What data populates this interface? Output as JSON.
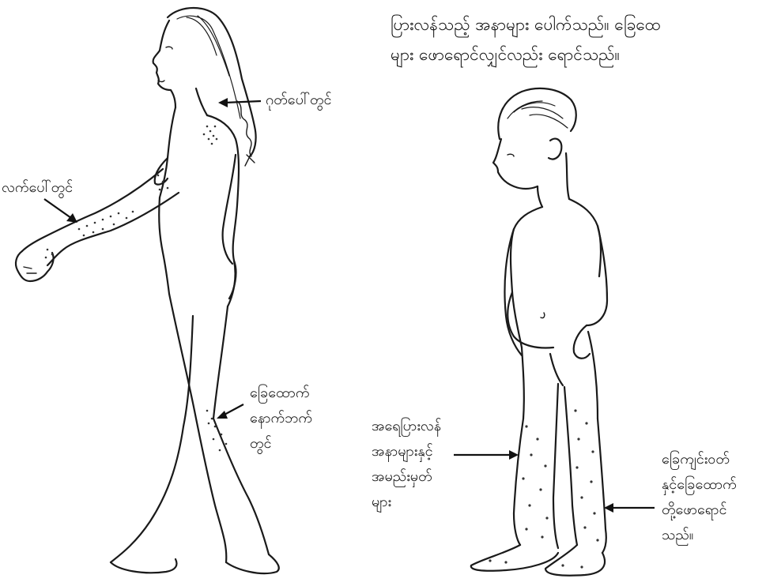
{
  "caption": {
    "line1": "ပြားလန်သည့် အနာများ ပေါက်သည်။ ခြေထေ",
    "line2": "များ ဖောရောင်လျှင်လည်း ရောင်သည်။"
  },
  "left_figure_labels": {
    "neck": "ဂုတ်ပေါ်တွင်",
    "arm": "လက်ပေါ်တွင်",
    "knee_line1": "ခြေထောက်",
    "knee_line2": "နောက်ဘက်",
    "knee_line3": "တွင်"
  },
  "right_figure_labels": {
    "legs_line1": "အရေပြားလန်",
    "legs_line2": "အနာများနှင့်",
    "legs_line3": "အမည်းမှတ်",
    "legs_line4": "များ",
    "feet_line1": "ခြေကျင်းဝတ်",
    "feet_line2": "နှင့်ခြေထောက်",
    "feet_line3": "တို့ဖောရောင်",
    "feet_line4": "သည်။"
  }
}
